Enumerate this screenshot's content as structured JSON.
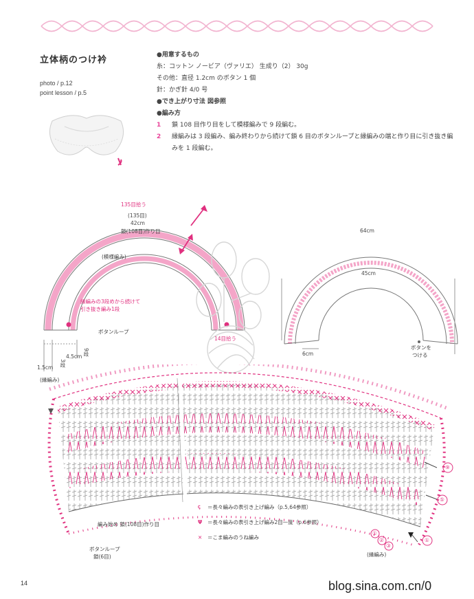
{
  "header": {
    "title": "立体柄のつけ衿",
    "photo_ref": "photo / p.12",
    "point_lesson_ref": "point lesson / p.5"
  },
  "materials": {
    "heading": "●用意するもの",
    "yarn": "糸：コットン ノービア（ヴァリエ） 生成り（2） 30g",
    "other": "その他：直径 1.2cm のボタン 1 個",
    "hook": "針：かぎ針 4/0 号",
    "finished_size": "●でき上がり寸法 図参照",
    "method_heading": "●編み方",
    "steps": [
      {
        "num": "1",
        "text": "鎖 108 目作り目をして模様編みで 9 段編む。"
      },
      {
        "num": "2",
        "text": "縁編みは 3 段編み、編み終わりから続けて鎖 6 目のボタンループと縁編みの端と作り目に引き抜き編みを 1 段編む。"
      }
    ]
  },
  "diagram_left": {
    "outer_count": "135目拾う",
    "inner_count": "(135目)",
    "width": "42cm",
    "chain": "鎖(108目)作り目",
    "pattern": "(模様編み)",
    "note_line1": "縁編みの3段めから続けて",
    "note_line2": "引き抜き編み1段",
    "button_loop": "ボタンループ",
    "pick_up": "14目拾う",
    "dim_4_5": "4.5cm",
    "rows_9": "9段",
    "dim_1_5": "1.5cm",
    "rows_3": "3段",
    "edging": "(縁編み)"
  },
  "diagram_right": {
    "outer": "64cm",
    "inner": "45cm",
    "six": "6cm",
    "button_line1": "ボタンを",
    "button_line2": "つける"
  },
  "chart": {
    "start_chain": "編み始め 鎖(108目)作り目",
    "button_loop_line1": "ボタンループ",
    "button_loop_line2": "鎖(6目)",
    "edging": "(縁編み)",
    "row_numbers": [
      "⑨",
      "⑤",
      "①",
      "①",
      "②",
      "③"
    ]
  },
  "legend": [
    {
      "symbol": "ꞔ",
      "text": "＝長々編みの表引き上げ編み（p.5,64参照）"
    },
    {
      "symbol": "Ψ",
      "text": "＝長々編みの表引き上げ編み2目一度（p.6参照）"
    },
    {
      "symbol": "✕",
      "text": "＝こま編みのうね編み"
    }
  ],
  "footer": {
    "page_number": "14",
    "watermark": "blog.sina.com.cn/0"
  },
  "colors": {
    "accent": "#e0307f",
    "ink": "#444444"
  }
}
